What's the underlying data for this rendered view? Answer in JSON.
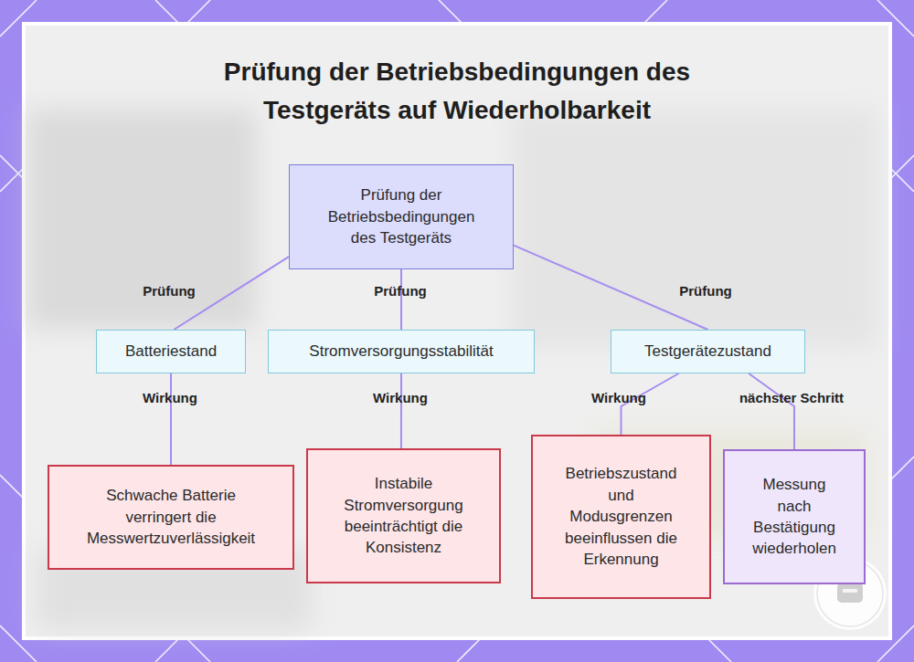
{
  "diagram": {
    "title": "Prüfung der Betriebsbedingungen des Testgeräts auf Wiederholbarkeit",
    "nodes": [
      {
        "text": [
          "Prüfung der Betriebsbedingungen des Testgeräts"
        ]
      },
      {
        "text": [
          "Batteriestand"
        ]
      },
      {
        "text": [
          "Stromversorgungsstabilität"
        ]
      },
      {
        "text": [
          "Testgerätezustand"
        ]
      },
      {
        "text": [
          "Schwache Batterie verringert die Messwertzuverlässigkeit"
        ]
      },
      {
        "text": [
          "Instabile Stromversorgung beeinträchtigt die Konsistenz"
        ]
      },
      {
        "text": [
          "Betriebszustand und Modusgrenzen beeinflussen die Erkennung"
        ]
      },
      {
        "text": [
          "Messung nach Bestätigung wiederholen"
        ]
      }
    ],
    "edges": [
      {
        "from": 0,
        "to": 1,
        "label": "Prüfung",
        "arrow": "none"
      },
      {
        "from": 0,
        "to": 2,
        "label": "Prüfung",
        "arrow": "none"
      },
      {
        "from": 0,
        "to": 3,
        "label": "Prüfung",
        "arrow": "none"
      },
      {
        "from": 1,
        "to": 4,
        "label": "Wirkung",
        "arrow": "none"
      },
      {
        "from": 2,
        "to": 5,
        "label": "Wirkung",
        "arrow": "none"
      },
      {
        "from": 3,
        "to": 6,
        "label": "Wirkung",
        "arrow": "none"
      },
      {
        "from": 3,
        "to": 7,
        "label": "nächster Schritt",
        "arrow": "none"
      }
    ]
  }
}
